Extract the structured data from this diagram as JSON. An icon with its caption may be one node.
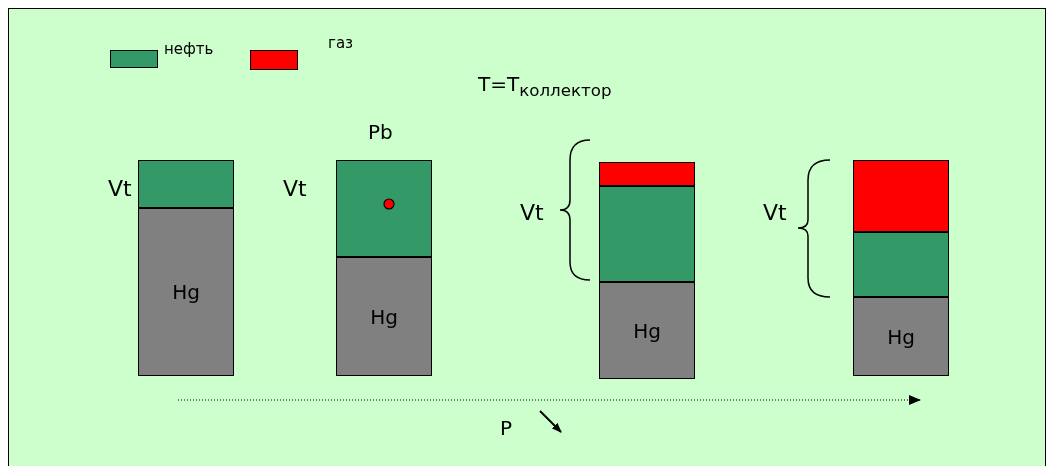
{
  "diagram": {
    "nodes": [
      {
        "text": [],
        "shape": "box"
      },
      {
        "text": [
          "Hg"
        ]
      },
      {
        "text": [],
        "shape": "box"
      },
      {
        "text": [
          "Hg"
        ]
      },
      {
        "text": [],
        "shape": "box"
      },
      {
        "text": [],
        "shape": "box"
      },
      {
        "text": [
          "Hg"
        ]
      },
      {
        "text": [],
        "shape": "box"
      },
      {
        "text": [],
        "shape": "box"
      },
      {
        "text": [
          "Hg"
        ]
      }
    ],
    "edges": [],
    "labels": [
      "T=T$_{коллектор}$",
      "Pb",
      "Vt",
      "Vt",
      "Vt",
      "Vt",
      "P"
    ],
    "legend": [
      {
        "text": "нефть",
        "color": "#339966"
      },
      {
        "text": "газ",
        "color": "#ff0000"
      }
    ]
  }
}
